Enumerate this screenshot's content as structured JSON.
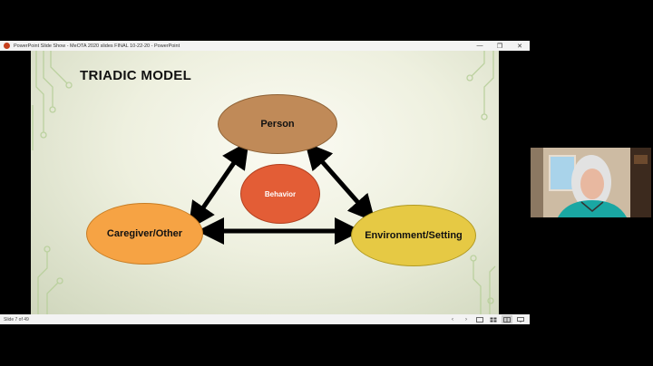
{
  "window": {
    "title": "PowerPoint Slide Show  -  MeOTA 2020 slides FINAL 10-22-20  -  PowerPoint",
    "minimize_glyph": "—",
    "restore_glyph": "❐",
    "close_glyph": "✕"
  },
  "slide": {
    "title": "TRIADIC MODEL",
    "nodes": {
      "person": "Person",
      "behavior": "Behavior",
      "caregiver": "Caregiver/Other",
      "environment": "Environment/Setting"
    }
  },
  "statusbar": {
    "slide_indicator": "Slide 7 of 49",
    "icons": [
      "prev-arrow",
      "next-arrow",
      "normal-view",
      "slide-sorter-view",
      "reading-view",
      "slide-show-view"
    ]
  },
  "colors": {
    "person": "#c08a58",
    "behavior": "#e35d36",
    "caregiver": "#f6a344",
    "environment": "#e6c944"
  }
}
